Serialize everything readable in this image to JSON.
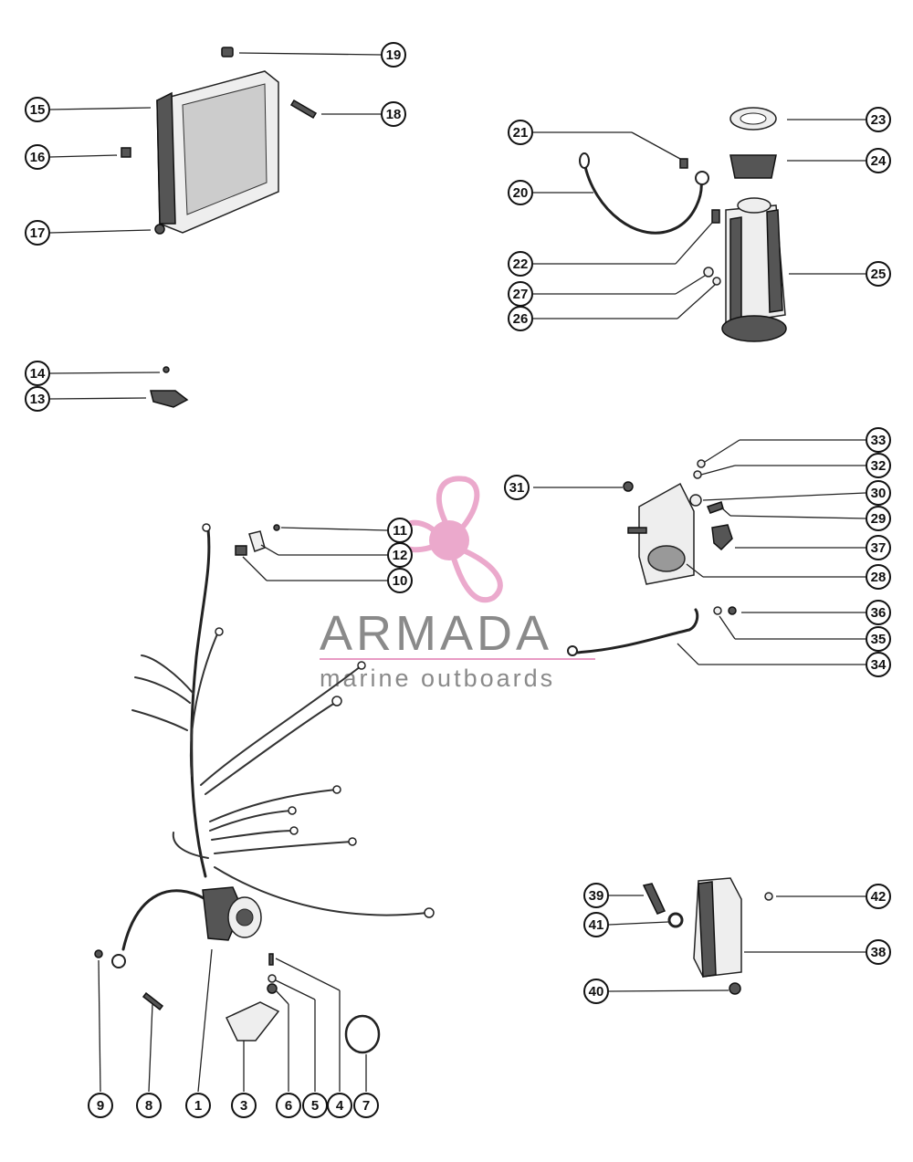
{
  "watermark": {
    "title": "ARMADA",
    "subtitle": "marine outboards",
    "accent_color": "#e89bc4",
    "text_color": "#8a8a8a"
  },
  "callouts": {
    "c1": "1",
    "c2": "3",
    "c3": "4",
    "c4": "5",
    "c5": "6",
    "c6": "7",
    "c7": "8",
    "c8": "9",
    "c9": "10",
    "c10": "11",
    "c11": "12",
    "c12": "13",
    "c13": "14",
    "c14": "15",
    "c15": "16",
    "c16": "17",
    "c17": "18",
    "c18": "19",
    "c19": "20",
    "c20": "21",
    "c21": "22",
    "c22": "23",
    "c23": "24",
    "c24": "25",
    "c25": "26",
    "c26": "27",
    "c27": "28",
    "c28": "29",
    "c29": "30",
    "c30": "31",
    "c31": "32",
    "c32": "33",
    "c33": "34",
    "c34": "35",
    "c35": "36",
    "c36": "37",
    "c37": "38",
    "c38": "39",
    "c39": "40",
    "c40": "41",
    "c41": "42"
  }
}
